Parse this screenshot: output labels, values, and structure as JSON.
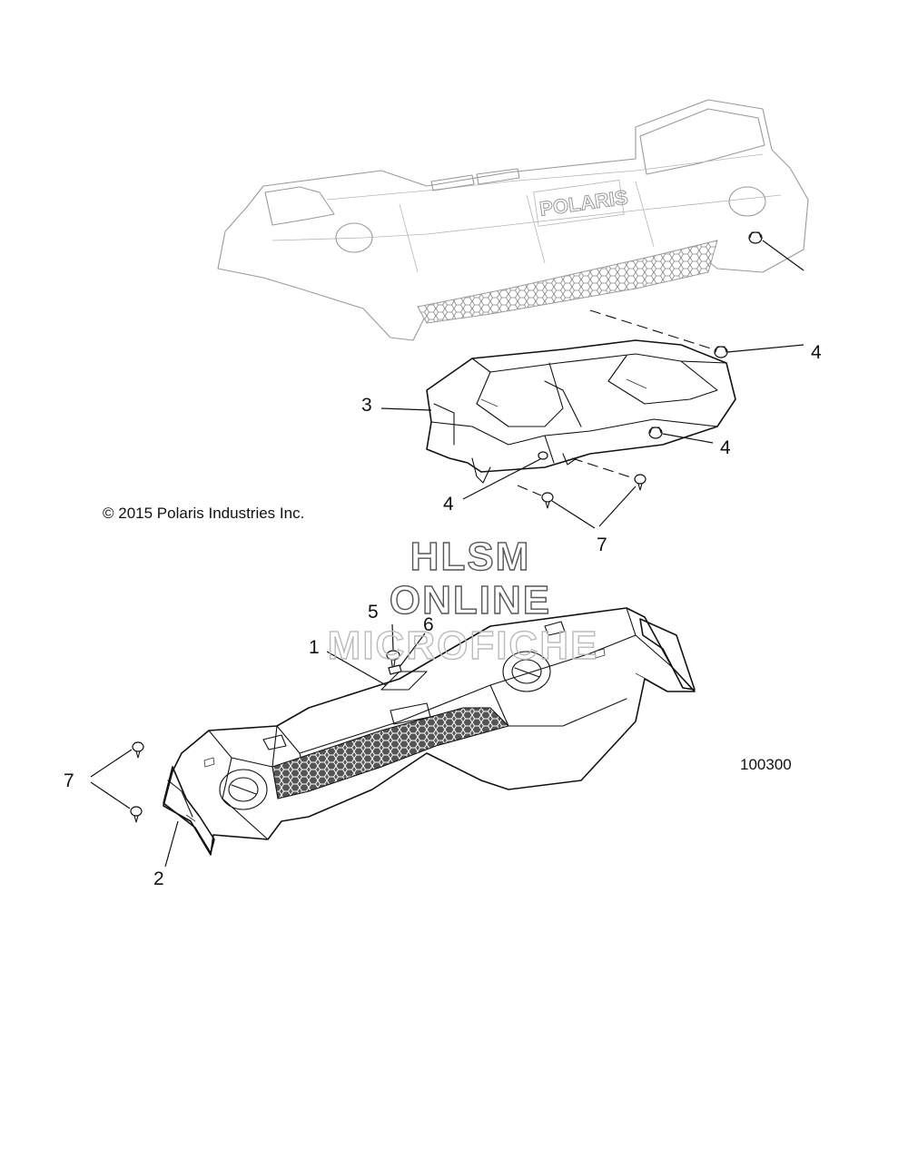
{
  "copyright": "© 2015 Polaris Industries Inc.",
  "figure_number": "100300",
  "watermark": {
    "line1": "HLSM",
    "line2": "ONLINE",
    "line3": "MICROFICHE"
  },
  "bumper_logo_text": "POLARIS",
  "callouts": {
    "part_1": "1",
    "part_2": "2",
    "part_3": "3",
    "part_4_a": "4",
    "part_4_b": "4",
    "part_4_c": "4",
    "part_5": "5",
    "part_6": "6",
    "part_7_a": "7",
    "part_7_b": "7"
  }
}
